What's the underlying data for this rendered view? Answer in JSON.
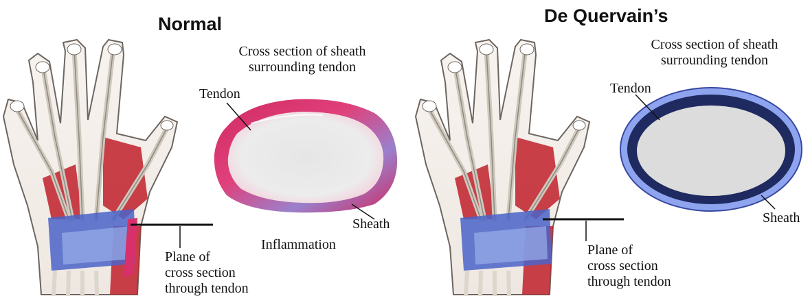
{
  "normal": {
    "title": "Normal",
    "cross_section_caption": [
      "Cross section of sheath",
      "surrounding tendon"
    ],
    "tendon_label": "Tendon",
    "sheath_label": "Sheath",
    "inflammation_label": "Inflammation",
    "plane_label": [
      "Plane of",
      "cross section",
      "through tendon"
    ]
  },
  "dequervain": {
    "title": "De Quervain’s",
    "cross_section_caption": [
      "Cross section of sheath",
      "surrounding tendon"
    ],
    "tendon_label": "Tendon",
    "sheath_label": "Sheath",
    "plane_label": [
      "Plane of",
      "cross section",
      "through tendon"
    ]
  },
  "colors": {
    "muscle_red": "#c0202a",
    "tendon_white": "#e8e4dc",
    "retinaculum_blue": "#4a64c8",
    "inflamed_pink": "#d8306a",
    "sheath_purple": "#8a78c8",
    "normal_sheath_blue": "#7f96e8",
    "normal_sheath_dark": "#1e2a60",
    "tendon_gray": "#dcdcdc"
  }
}
